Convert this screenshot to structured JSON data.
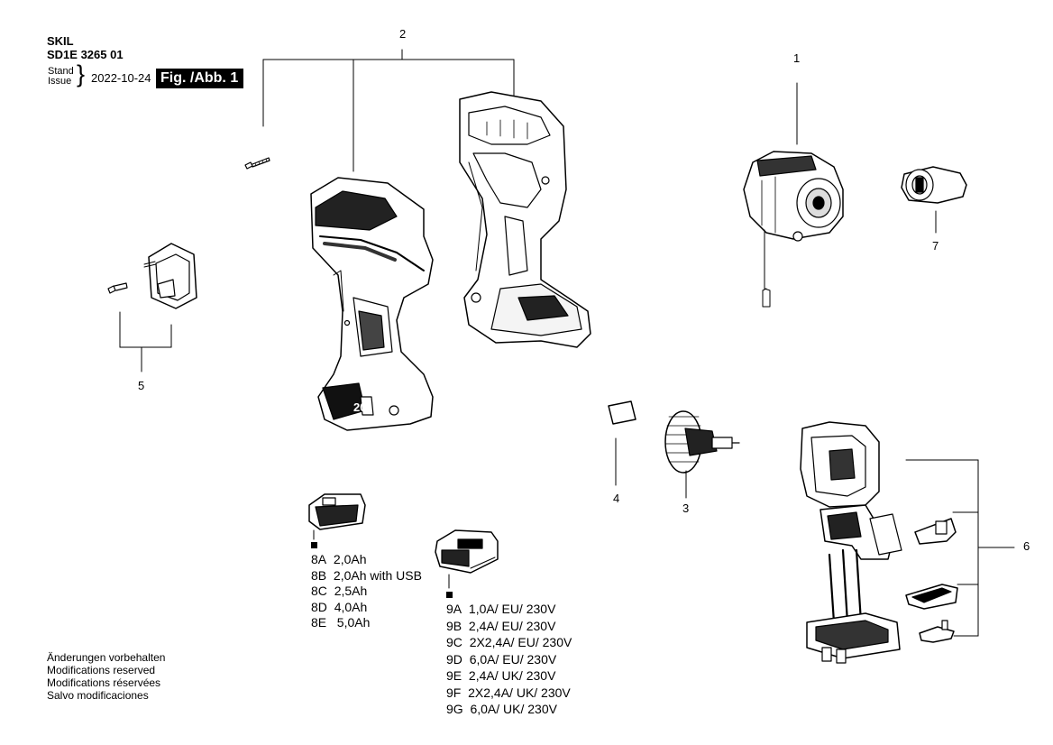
{
  "header": {
    "brand": "SKIL",
    "model": "SD1E 3265 01",
    "stand_label": "Stand",
    "issue_label": "Issue",
    "date": "2022-10-24",
    "figure": "Fig. /Abb. 1"
  },
  "callouts": {
    "c1": "1",
    "c2": "2",
    "c3": "3",
    "c4": "4",
    "c5": "5",
    "c6": "6",
    "c7": "7"
  },
  "battery_options": [
    {
      "code": "8A",
      "desc": "2,0Ah"
    },
    {
      "code": "8B",
      "desc": "2,0Ah with USB"
    },
    {
      "code": "8C",
      "desc": "2,5Ah"
    },
    {
      "code": "8D",
      "desc": "4,0Ah"
    },
    {
      "code": "8E",
      "desc": "5,0Ah"
    }
  ],
  "charger_options": [
    {
      "code": "9A",
      "desc": "1,0A/ EU/ 230V"
    },
    {
      "code": "9B",
      "desc": "2,4A/ EU/ 230V"
    },
    {
      "code": "9C",
      "desc": "2X2,4A/ EU/ 230V"
    },
    {
      "code": "9D",
      "desc": "6,0A/ EU/ 230V"
    },
    {
      "code": "9E",
      "desc": "2,4A/ UK/ 230V"
    },
    {
      "code": "9F",
      "desc": "2X2,4A/ UK/ 230V"
    },
    {
      "code": "9G",
      "desc": "6,0A/ UK/ 230V"
    }
  ],
  "notes": [
    "Änderungen vorbehalten",
    "Modifications reserved",
    "Modifications réservées",
    "Salvo modificaciones"
  ],
  "housing_badge": "20"
}
